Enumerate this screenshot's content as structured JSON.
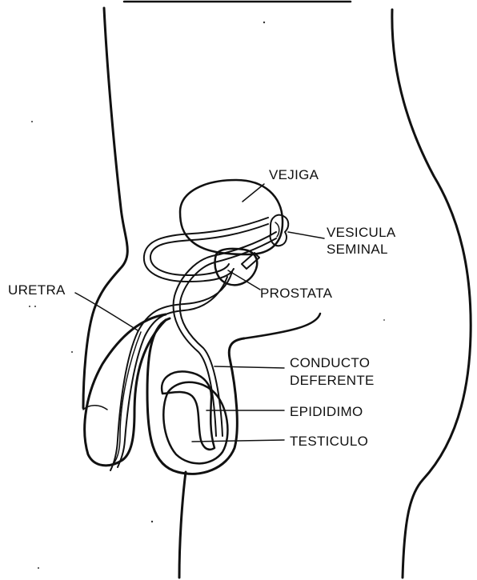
{
  "labels": {
    "vejiga": "VEJIGA",
    "vesicula_line1": "VESICULA",
    "vesicula_line2": "SEMINAL",
    "uretra": "URETRA",
    "prostata": "PROSTATA",
    "conducto_line1": "CONDUCTO",
    "conducto_line2": "DEFERENTE",
    "epididimo": "EPIDIDIMO",
    "testiculo": "TESTICULO"
  },
  "colors": {
    "ink": "#111111",
    "background": "#ffffff"
  }
}
